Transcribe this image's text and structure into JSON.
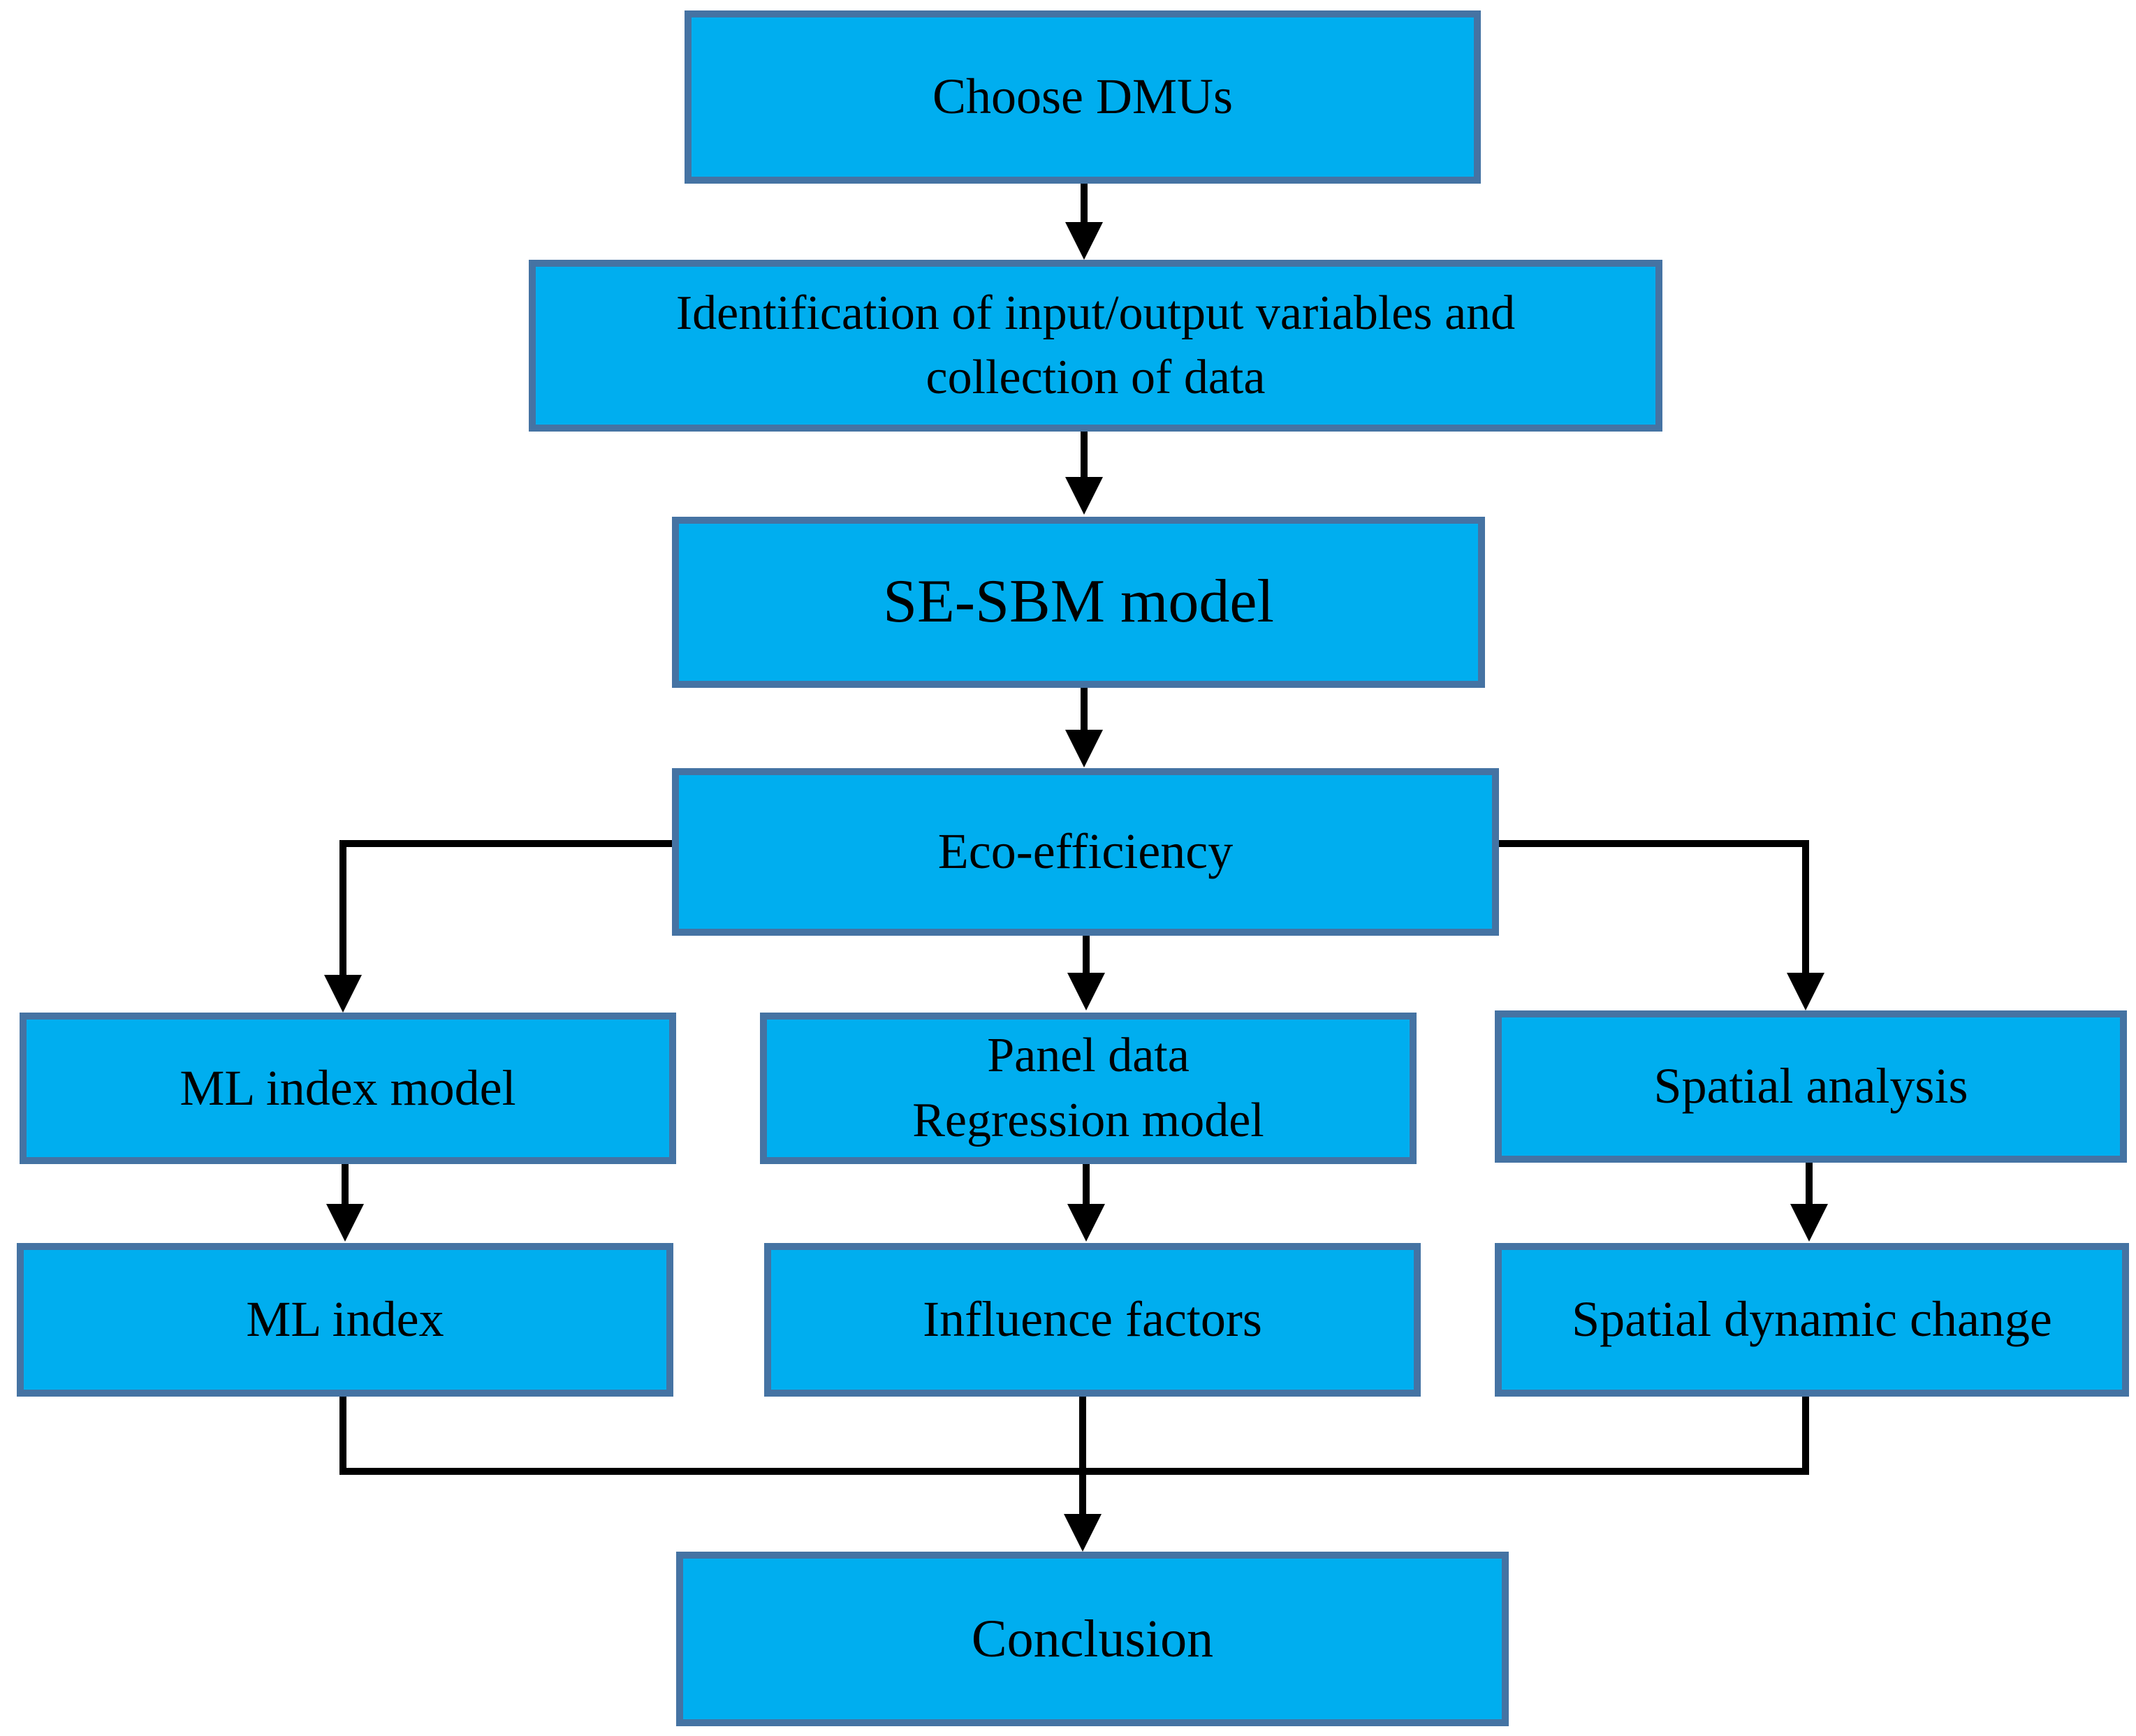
{
  "diagram": {
    "type": "flowchart",
    "background": "#ffffff",
    "colors": {
      "node_fill": "#00AEEF",
      "node_border": "#4573A3",
      "arrow": "#000000",
      "text": "#000000"
    },
    "nodes": [
      {
        "id": "choose-dmus",
        "label": "Choose DMUs"
      },
      {
        "id": "identification",
        "label": "Identification of input/output variables and\ncollection of data"
      },
      {
        "id": "se-sbm-model",
        "label": "SE-SBM model"
      },
      {
        "id": "eco-efficiency",
        "label": "Eco-efficiency"
      },
      {
        "id": "ml-index-model",
        "label": "ML index model"
      },
      {
        "id": "panel-data-regression",
        "label": "Panel data\nRegression model"
      },
      {
        "id": "spatial-analysis",
        "label": "Spatial analysis"
      },
      {
        "id": "ml-index",
        "label": "ML index"
      },
      {
        "id": "influence-factors",
        "label": "Influence factors"
      },
      {
        "id": "spatial-dynamic-change",
        "label": "Spatial dynamic change"
      },
      {
        "id": "conclusion",
        "label": "Conclusion"
      }
    ],
    "edges": [
      {
        "from": "choose-dmus",
        "to": "identification"
      },
      {
        "from": "identification",
        "to": "se-sbm-model"
      },
      {
        "from": "se-sbm-model",
        "to": "eco-efficiency"
      },
      {
        "from": "eco-efficiency",
        "to": "ml-index-model"
      },
      {
        "from": "eco-efficiency",
        "to": "panel-data-regression"
      },
      {
        "from": "eco-efficiency",
        "to": "spatial-analysis"
      },
      {
        "from": "ml-index-model",
        "to": "ml-index"
      },
      {
        "from": "panel-data-regression",
        "to": "influence-factors"
      },
      {
        "from": "spatial-analysis",
        "to": "spatial-dynamic-change"
      },
      {
        "from": "ml-index",
        "to": "conclusion"
      },
      {
        "from": "influence-factors",
        "to": "conclusion"
      },
      {
        "from": "spatial-dynamic-change",
        "to": "conclusion"
      }
    ]
  }
}
